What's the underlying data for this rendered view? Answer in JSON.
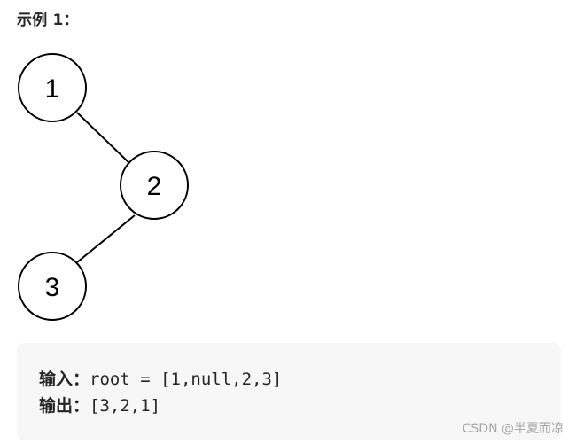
{
  "heading": "示例 1：",
  "tree": {
    "nodes": [
      {
        "id": "n1",
        "label": "1"
      },
      {
        "id": "n2",
        "label": "2"
      },
      {
        "id": "n3",
        "label": "3"
      }
    ],
    "edges": [
      {
        "from": "n1",
        "to": "n2"
      },
      {
        "from": "n2",
        "to": "n3"
      }
    ]
  },
  "example": {
    "input_label": "输入：",
    "input_value": "root = [1,null,2,3]",
    "output_label": "输出：",
    "output_value": "[3,2,1]"
  },
  "watermark": "CSDN @半夏而凉"
}
